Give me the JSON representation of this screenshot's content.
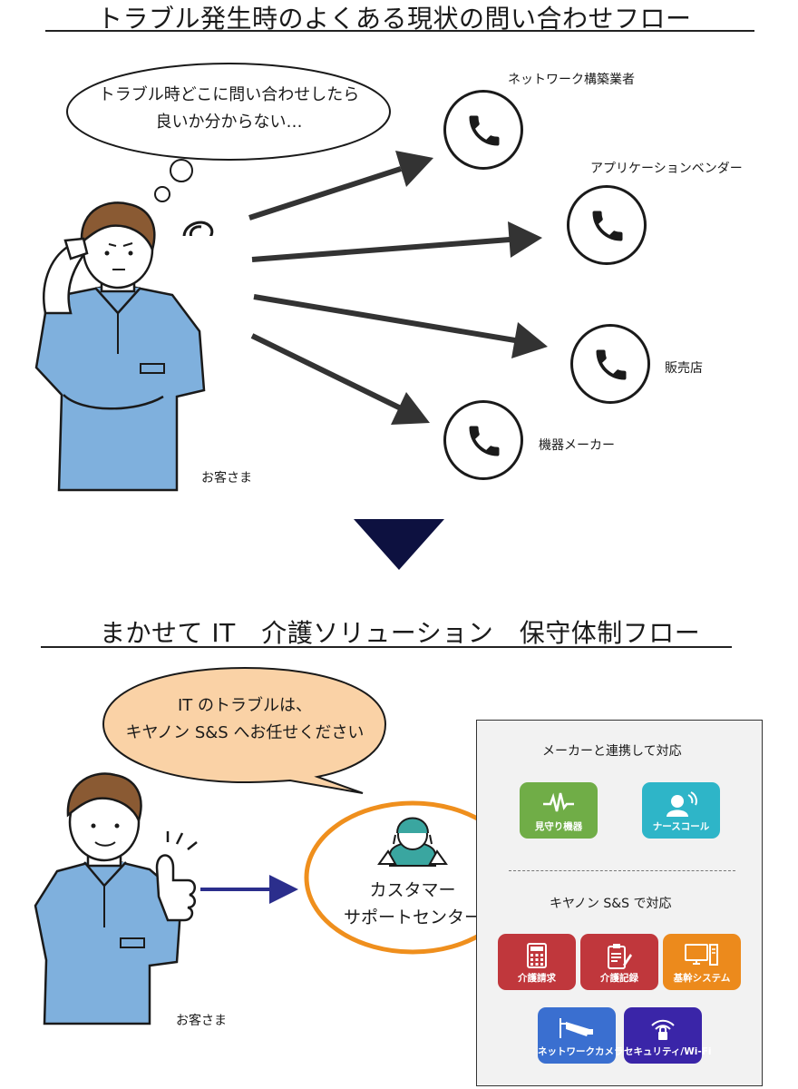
{
  "section1": {
    "title": "トラブル発生時のよくある現状の問い合わせフロー",
    "thought_line1": "トラブル時どこに問い合わせしたら",
    "thought_line2": "良いか分からない…",
    "customer_label": "お客さま",
    "contacts": [
      "ネットワーク構築業者",
      "アプリケーションベンダー",
      "販売店",
      "機器メーカー"
    ]
  },
  "section2": {
    "title": "まかせて IT　介護ソリューション　保守体制フロー",
    "speech_line1": "IT のトラブルは、",
    "speech_line2": "キヤノン S&S へお任せください",
    "customer_label": "お客さま",
    "center_line1": "カスタマー",
    "center_line2": "サポートセンター",
    "panel": {
      "maker_heading": "メーカーと連携して対応",
      "canon_heading": "キヤノン S&S で対応",
      "maker_tiles": [
        {
          "label": "見守り機器",
          "color": "#70ad47",
          "icon": "pulse-icon"
        },
        {
          "label": "ナースコール",
          "color": "#2eb5c8",
          "icon": "nurse-call-icon"
        }
      ],
      "canon_tiles": [
        {
          "label": "介護請求",
          "color": "#c0373c",
          "icon": "calculator-icon"
        },
        {
          "label": "介護記録",
          "color": "#c0373c",
          "icon": "clipboard-icon"
        },
        {
          "label": "基幹システム",
          "color": "#ec8a1c",
          "icon": "computer-icon"
        },
        {
          "label": "ネットワークカメラ",
          "color": "#3a6fd0",
          "icon": "camera-icon"
        },
        {
          "label": "セキュリティ/Wi-Fi",
          "color": "#3a25a8",
          "icon": "wifi-lock-icon"
        }
      ]
    }
  },
  "colors": {
    "down_arrow": "#0d1140",
    "flow_arrow": "#2b2e8c",
    "speech_bubble": "#fad2a6",
    "center_ring": "#ef8f1d",
    "shirt": "#7fb0dd"
  }
}
